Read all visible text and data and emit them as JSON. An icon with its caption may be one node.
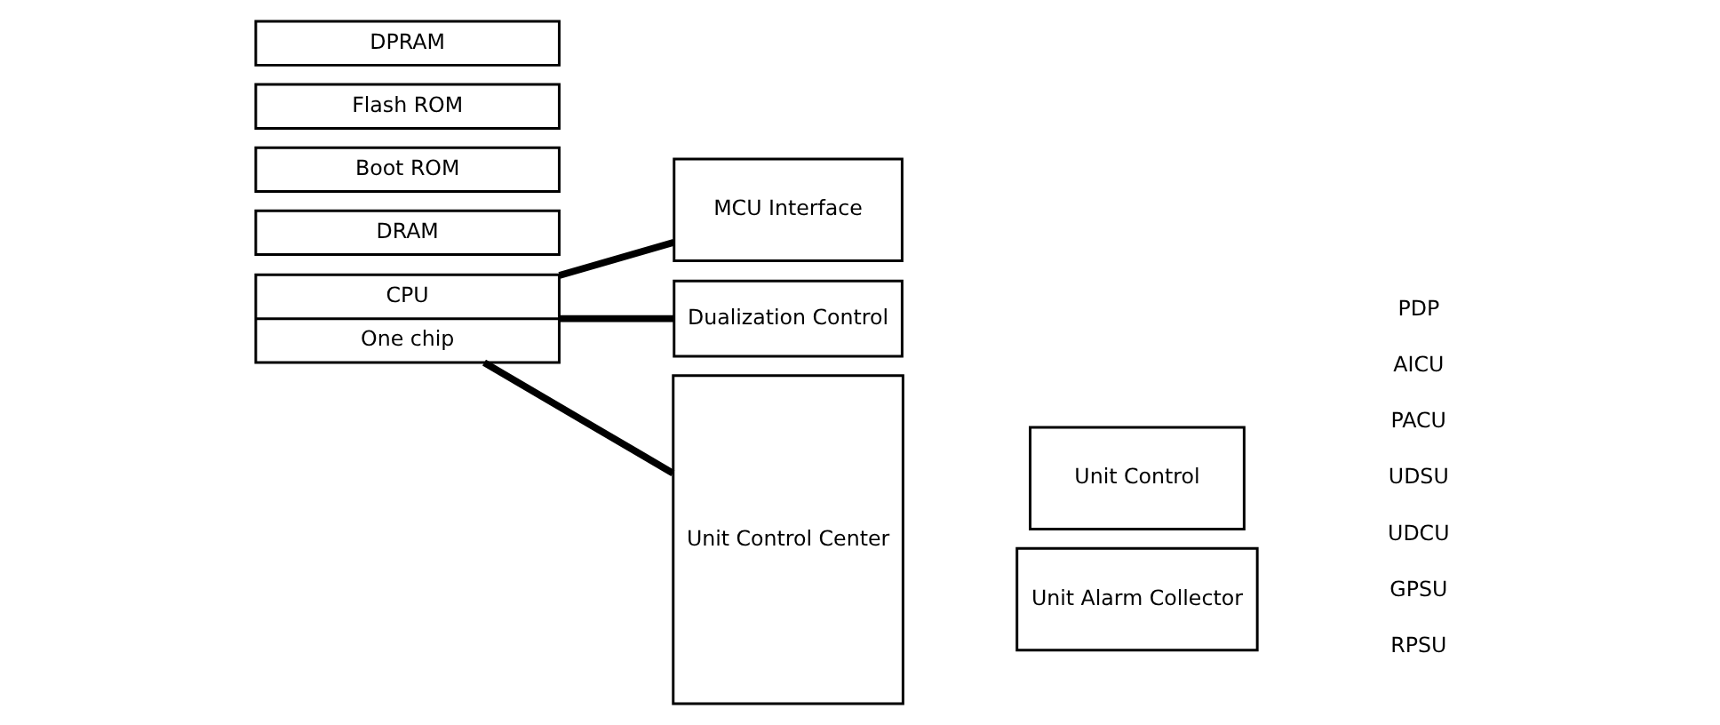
{
  "diagram": {
    "nodes": [
      {
        "text": [
          "CPU",
          "One chip"
        ]
      },
      {
        "text": [
          "DRAM"
        ]
      },
      {
        "text": [
          "Boot ROM"
        ]
      },
      {
        "text": [
          "Flash ROM"
        ]
      },
      {
        "text": [
          "DPRAM"
        ]
      },
      {
        "text": [
          "MCU Interface"
        ]
      },
      {
        "text": [
          "Dualization Control"
        ]
      },
      {
        "text": [
          "Unit Control Center"
        ]
      },
      {
        "text": [
          "Unit Control"
        ]
      },
      {
        "text": [
          "Unit Alarm Collector"
        ]
      }
    ],
    "edges": [
      {
        "from": 0,
        "to": 5,
        "arrow": "none"
      },
      {
        "from": 0,
        "to": 6,
        "arrow": "none"
      },
      {
        "from": 0,
        "to": 7,
        "arrow": "none"
      }
    ],
    "labels": [
      "PDP",
      "AICU",
      "PACU",
      "UDSU",
      "UDCU",
      "GPSU",
      "RPSU"
    ]
  }
}
